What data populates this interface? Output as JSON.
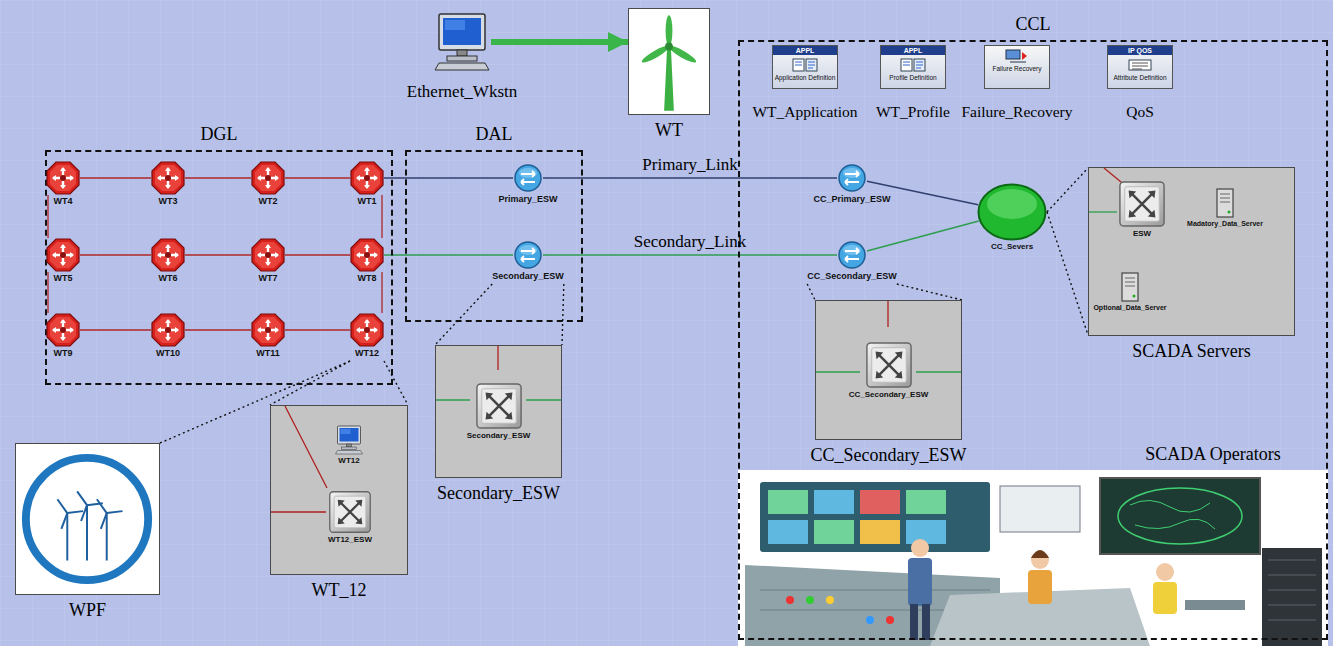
{
  "diagram": {
    "nodes": [
      {
        "text": [
          "DGL"
        ]
      },
      {
        "text": [
          "WT4"
        ],
        "in": 0
      },
      {
        "text": [
          "WT3"
        ],
        "in": 0
      },
      {
        "text": [
          "WT2"
        ],
        "in": 0
      },
      {
        "text": [
          "WT1"
        ],
        "in": 0
      },
      {
        "text": [
          "WT5"
        ],
        "in": 0
      },
      {
        "text": [
          "WT6"
        ],
        "in": 0
      },
      {
        "text": [
          "WT7"
        ],
        "in": 0
      },
      {
        "text": [
          "WT8"
        ],
        "in": 0
      },
      {
        "text": [
          "WT9"
        ],
        "in": 0
      },
      {
        "text": [
          "WT10"
        ],
        "in": 0
      },
      {
        "text": [
          "WT11"
        ],
        "in": 0
      },
      {
        "text": [
          "WT12"
        ],
        "in": 0
      },
      {
        "text": [
          "DAL"
        ]
      },
      {
        "text": [
          "Primary_ESW"
        ],
        "in": 13
      },
      {
        "text": [
          "Secondary_ESW"
        ],
        "in": 13
      },
      {
        "text": [
          "Ethernet_Wkstn"
        ]
      },
      {
        "text": [
          "WT"
        ]
      },
      {
        "text": [
          "CCL"
        ]
      },
      {
        "text": [
          "APPL",
          "Application Definition",
          "WT_Application"
        ],
        "in": 18
      },
      {
        "text": [
          "APPL",
          "Profile Definition",
          "WT_Profile"
        ],
        "in": 18
      },
      {
        "text": [
          "Failure Recovery",
          "Failure_Recovery"
        ],
        "in": 18
      },
      {
        "text": [
          "IP QOS",
          "Attribute Definition",
          "QoS"
        ],
        "in": 18
      },
      {
        "text": [
          "CC_Primary_ESW"
        ],
        "in": 18
      },
      {
        "text": [
          "CC_Secondary_ESW"
        ],
        "in": 18
      },
      {
        "text": [
          "CC_Severs"
        ],
        "in": 18
      },
      {
        "text": [
          "SCADA Servers"
        ],
        "in": 18
      },
      {
        "text": [
          "ESW"
        ],
        "in": 26
      },
      {
        "text": [
          "Madatory_Data_Server"
        ],
        "in": 26
      },
      {
        "text": [
          "Optional_Data_Server"
        ],
        "in": 26
      },
      {
        "text": [
          "CC_Secondary_ESW",
          "CC_Secondary_ESW"
        ],
        "in": 18
      },
      {
        "text": [
          "Secondary_ESW",
          "Secondary_ESW"
        ]
      },
      {
        "text": [
          "WT_12"
        ]
      },
      {
        "text": [
          "WT12"
        ],
        "in": 32
      },
      {
        "text": [
          "WT12_ESW"
        ],
        "in": 32
      },
      {
        "text": [
          "WPF"
        ]
      }
    ],
    "edges": [
      {
        "from": 1,
        "to": 2,
        "arrow": "none"
      },
      {
        "from": 2,
        "to": 3,
        "arrow": "none"
      },
      {
        "from": 3,
        "to": 4,
        "arrow": "none"
      },
      {
        "from": 5,
        "to": 6,
        "arrow": "none"
      },
      {
        "from": 6,
        "to": 7,
        "arrow": "none"
      },
      {
        "from": 7,
        "to": 8,
        "arrow": "none"
      },
      {
        "from": 9,
        "to": 10,
        "arrow": "none"
      },
      {
        "from": 10,
        "to": 11,
        "arrow": "none"
      },
      {
        "from": 11,
        "to": 12,
        "arrow": "none"
      },
      {
        "from": 1,
        "to": 5,
        "arrow": "none"
      },
      {
        "from": 5,
        "to": 9,
        "arrow": "none"
      },
      {
        "from": 4,
        "to": 8,
        "arrow": "none"
      },
      {
        "from": 8,
        "to": 12,
        "arrow": "none"
      },
      {
        "from": 4,
        "to": 14,
        "arrow": "none"
      },
      {
        "from": 14,
        "to": 23,
        "label": "Primary_Link",
        "arrow": "none"
      },
      {
        "from": 8,
        "to": 15,
        "arrow": "none"
      },
      {
        "from": 15,
        "to": 24,
        "label": "Secondary_Link",
        "arrow": "none"
      },
      {
        "from": 23,
        "to": 25,
        "arrow": "none"
      },
      {
        "from": 24,
        "to": 25,
        "arrow": "none"
      },
      {
        "from": 16,
        "to": 17,
        "arrow": "to"
      },
      {
        "from": 27,
        "to": 28,
        "arrow": "none"
      },
      {
        "from": 27,
        "to": 29,
        "arrow": "none"
      },
      {
        "from": 33,
        "to": 34,
        "arrow": "none"
      },
      {
        "from": 12,
        "to": 35,
        "arrow": "none"
      },
      {
        "from": 12,
        "to": 32,
        "arrow": "none"
      },
      {
        "from": 15,
        "to": 31,
        "arrow": "none"
      },
      {
        "from": 24,
        "to": 30,
        "arrow": "none"
      },
      {
        "from": 25,
        "to": 26,
        "arrow": "none"
      }
    ],
    "labels": [
      "SCADA Operators"
    ]
  }
}
